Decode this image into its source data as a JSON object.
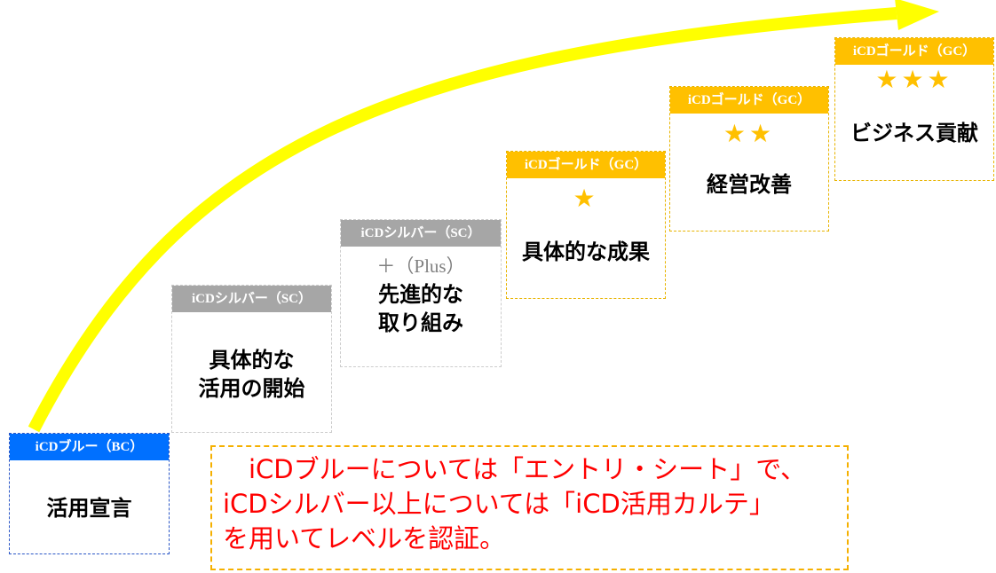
{
  "colors": {
    "arrow": "#ffff00",
    "blue_header": "#0070ff",
    "silver_header": "#a6a6a6",
    "gold_header": "#ffc000",
    "star": "#ffc000",
    "note_text": "#ff0000",
    "note_border": "#f5b000"
  },
  "steps": [
    {
      "header": "iCDブルー（BC）",
      "lines": [
        "活用宣言"
      ]
    },
    {
      "header": "iCDシルバー（SC）",
      "lines": [
        "具体的な",
        "活用の開始"
      ]
    },
    {
      "header": "iCDシルバー（SC）",
      "plus": "＋（Plus）",
      "lines": [
        "先進的な",
        "取り組み"
      ]
    },
    {
      "header": "iCDゴールド（GC）",
      "stars": "★",
      "lines": [
        "具体的な成果"
      ]
    },
    {
      "header": "iCDゴールド（GC）",
      "stars": "★★",
      "lines": [
        "経営改善"
      ]
    },
    {
      "header": "iCDゴールド（GC）",
      "stars": "★★★",
      "lines": [
        "ビジネス貢献"
      ]
    }
  ],
  "note": {
    "lines": [
      "　iCDブルーについては「エントリ・シート」で、",
      "iCDシルバー以上については「iCD活用カルテ」",
      "を用いてレベルを認証。"
    ]
  }
}
